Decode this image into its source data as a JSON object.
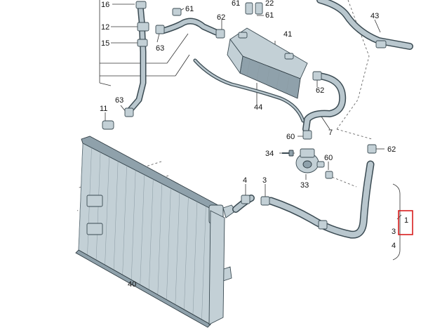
{
  "diagram": {
    "callouts": {
      "c16": "16",
      "c12": "12",
      "c15": "15",
      "c63a": "63",
      "c61a": "61",
      "c62a": "62",
      "c61b": "61",
      "c61c": "61",
      "c22": "22",
      "c41": "41",
      "c43": "43",
      "c63b": "63",
      "c11": "11",
      "c44": "44",
      "c62b": "62",
      "c7": "7",
      "c60a": "60",
      "c34": "34",
      "c60b": "60",
      "c33": "33",
      "c62c": "62",
      "c4": "4",
      "c3a": "3",
      "c40": "40",
      "c1": "1",
      "c3b": "3",
      "c4b": "4"
    },
    "highlight": {
      "color": "#d81e1e",
      "target": "1"
    }
  }
}
